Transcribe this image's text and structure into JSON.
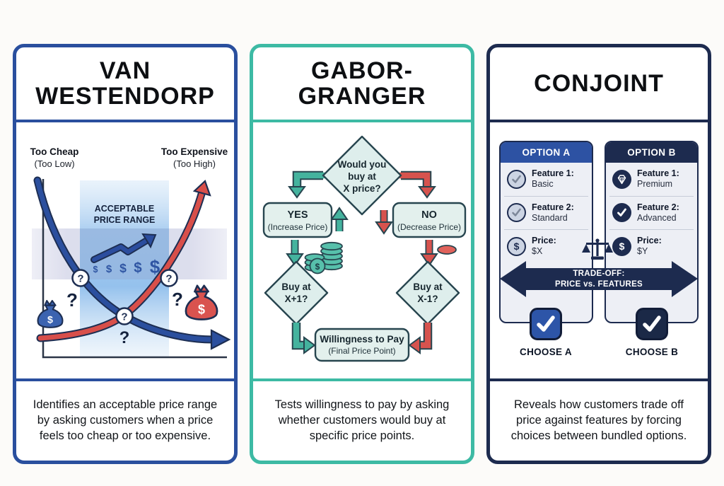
{
  "page": {
    "background": "#fcfbf9"
  },
  "cards": [
    {
      "title_line1": "VAN",
      "title_line2": "WESTENDORP",
      "accent_color": "#2a4f9e",
      "description": "Identifies an acceptable price range by asking customers when a price feels too cheap or too expensive.",
      "chart": {
        "type": "line",
        "curves": [
          {
            "name": "Too Cheap",
            "sub": "(Too Low)",
            "color": "#2b4f9e",
            "shape": "falls steeply from top-left then flattens into right-pointing arrow"
          },
          {
            "name": "Too Expensive",
            "sub": "(Too High)",
            "color": "#d84f4a",
            "shape": "flat at bottom-left then rises steeply into up-pointing arrow"
          }
        ],
        "band_line1": "ACCEPTABLE",
        "band_line2": "PRICE RANGE",
        "dollar_sign": "$",
        "question_mark": "?",
        "bag_symbol": "$"
      }
    },
    {
      "title_line1": "GABOR-",
      "title_line2": "GRANGER",
      "accent_color": "#3dbaa4",
      "description": "Tests willingness to pay by asking whether customers would buy at specific price points.",
      "flow": {
        "q_line1": "Would you",
        "q_line2": "buy at",
        "q_line3": "X price?",
        "yes_label": "YES",
        "yes_sub": "(Increase Price)",
        "no_label": "NO",
        "no_sub": "(Decrease Price)",
        "buy_up_line1": "Buy at",
        "buy_up_line2": "X+1?",
        "buy_down_line1": "Buy at",
        "buy_down_line2": "X-1?",
        "result_line1": "Willingness to Pay",
        "result_line2": "(Final Price Point)",
        "coin_symbol": "$"
      }
    },
    {
      "title_line1": "CONJOINT",
      "title_line2": "",
      "accent_color": "#1d2b4f",
      "description": "Reveals how customers trade off price against features by forcing choices between bundled options.",
      "conjoint": {
        "currency_symbol": "$",
        "option_a": {
          "name": "OPTION A",
          "header_color": "#2d52a3",
          "feature1_label": "Feature 1:",
          "feature1_value": "Basic",
          "feature2_label": "Feature 2:",
          "feature2_value": "Standard",
          "price_label": "Price:",
          "price_value": "$X",
          "choose_label": "CHOOSE A",
          "check_color": "#2d55a8"
        },
        "option_b": {
          "name": "OPTION B",
          "header_color": "#1d2b4f",
          "feature1_label": "Feature 1:",
          "feature1_value": "Premium",
          "feature2_label": "Feature 2:",
          "feature2_value": "Advanced",
          "price_label": "Price:",
          "price_value": "$Y",
          "choose_label": "CHOOSE B",
          "check_color": "#1b2947"
        },
        "tradeoff_line1": "TRADE-OFF:",
        "tradeoff_line2": "PRICE vs. FEATURES"
      }
    }
  ]
}
